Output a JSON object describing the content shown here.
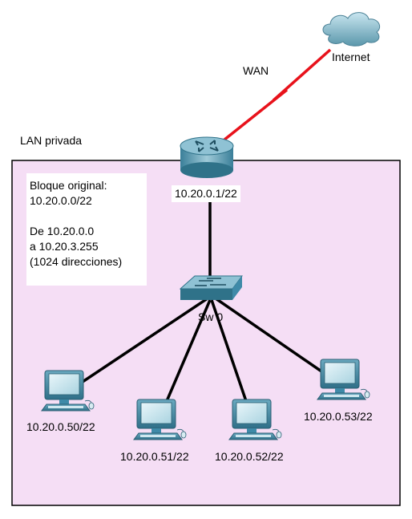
{
  "wan_label": "WAN",
  "internet_label": "Internet",
  "lan_label": "LAN privada",
  "router_ip": "10.20.0.1/22",
  "switch_label": "Sw 0",
  "note": {
    "line1": "Bloque original:",
    "line2": "10.20.0.0/22",
    "line3": "De 10.20.0.0",
    "line4": "a 10.20.3.255",
    "line5": "(1024 direcciones)"
  },
  "pcs": [
    {
      "ip": "10.20.0.50/22"
    },
    {
      "ip": "10.20.0.51/22"
    },
    {
      "ip": "10.20.0.52/22"
    },
    {
      "ip": "10.20.0.53/22"
    }
  ],
  "colors": {
    "lan_fill": "#f5def5",
    "wan_link": "#e8121b",
    "lan_link": "#000000",
    "device": "#3f8aa8"
  }
}
